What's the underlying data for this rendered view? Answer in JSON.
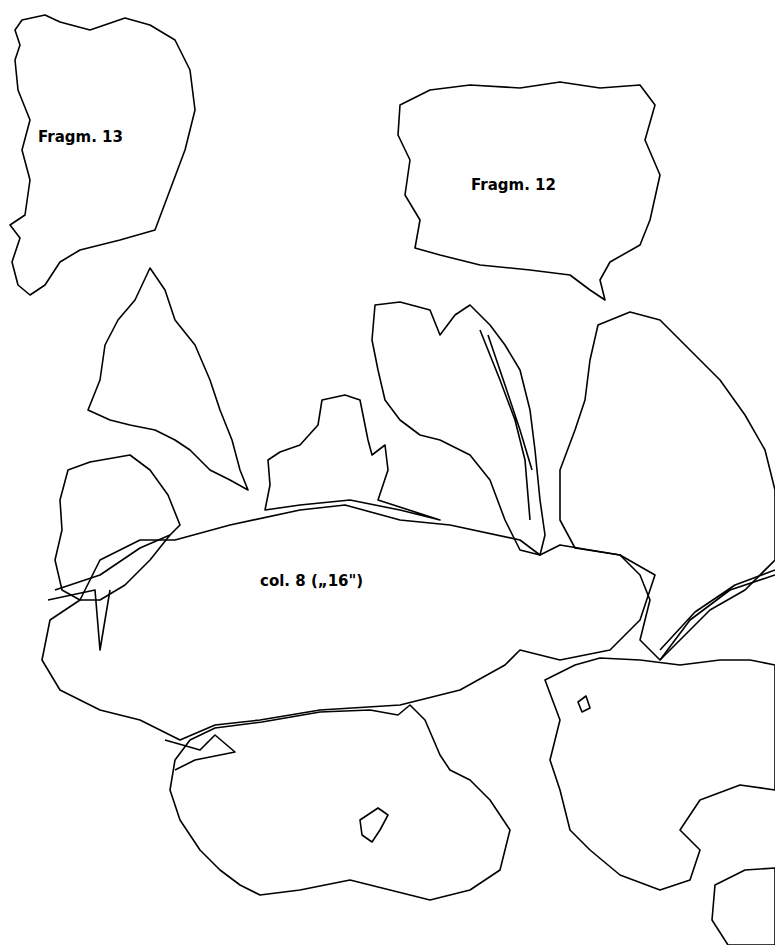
{
  "diagram": {
    "nodes": [
      {
        "text": [
          "Fragm. 13"
        ]
      },
      {
        "text": [
          "Fragm. 12"
        ]
      },
      {
        "text": [
          "col. 8 („16\")"
        ]
      }
    ]
  }
}
